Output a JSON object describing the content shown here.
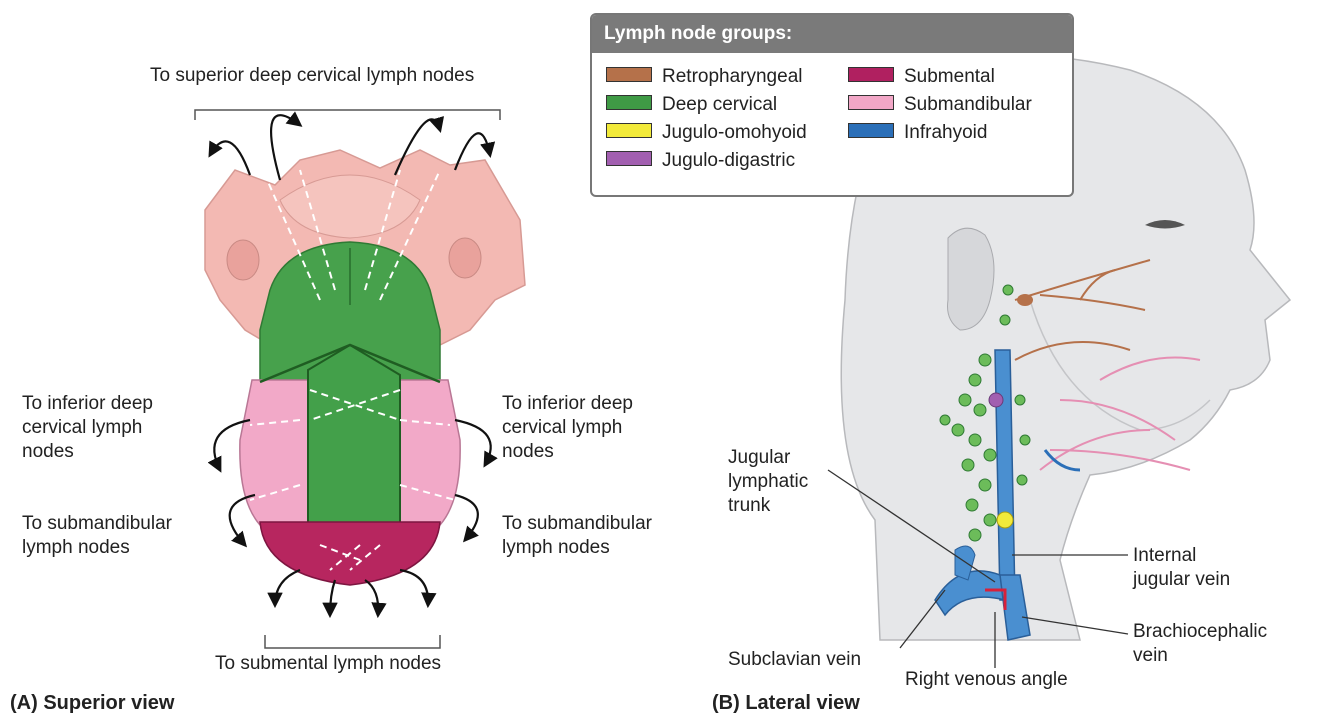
{
  "panel_a": {
    "caption": "(A) Superior view",
    "top_label": "To superior deep cervical lymph nodes",
    "left_inferior": [
      "To inferior deep",
      "cervical lymph",
      "nodes"
    ],
    "right_inferior": [
      "To inferior deep",
      "cervical lymph",
      "nodes"
    ],
    "left_submandibular": [
      "To submandibular",
      "lymph nodes"
    ],
    "right_submandibular": [
      "To submandibular",
      "lymph nodes"
    ],
    "bottom_label": "To submental lymph nodes"
  },
  "legend": {
    "title": "Lymph node groups:",
    "items": [
      {
        "label": "Retropharyngeal",
        "color": "#b5714a"
      },
      {
        "label": "Deep cervical",
        "color": "#3f9a45"
      },
      {
        "label": "Jugulo-omohyoid",
        "color": "#f2ea3a"
      },
      {
        "label": "Jugulo-digastric",
        "color": "#a25fb0"
      },
      {
        "label": "Submental",
        "color": "#b02060"
      },
      {
        "label": "Submandibular",
        "color": "#f2a7c7"
      },
      {
        "label": "Infrahyoid",
        "color": "#2b6fb8"
      }
    ]
  },
  "panel_b": {
    "caption": "(B) Lateral view",
    "jugular_trunk": [
      "Jugular",
      "lymphatic",
      "trunk"
    ],
    "internal_jugular": [
      "Internal",
      "jugular vein"
    ],
    "brachiocephalic": [
      "Brachiocephalic",
      "vein"
    ],
    "subclavian": "Subclavian vein",
    "venous_angle": "Right venous angle"
  }
}
